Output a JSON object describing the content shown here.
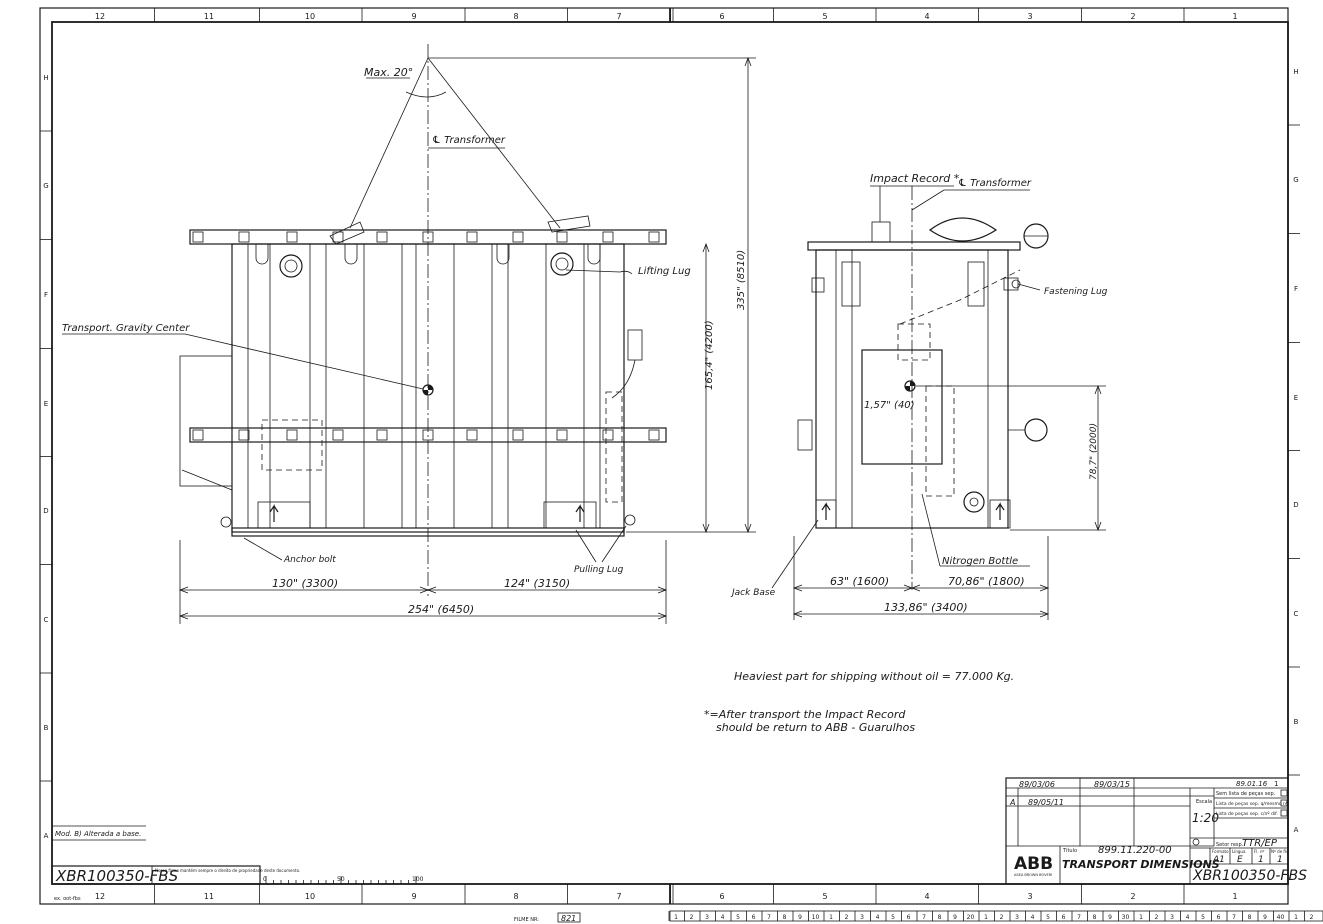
{
  "frame": {
    "top_columns": [
      "12",
      "11",
      "10",
      "9",
      "8",
      "7",
      "6",
      "5",
      "4",
      "3",
      "2",
      "1"
    ],
    "bottom_columns": [
      "12",
      "11",
      "10",
      "9",
      "8",
      "7",
      "6",
      "5",
      "4",
      "3",
      "2",
      "1"
    ],
    "left_rows": [
      "H",
      "G",
      "F",
      "E",
      "D",
      "C",
      "B",
      "A"
    ],
    "right_rows": [
      "H",
      "G",
      "F",
      "E",
      "D",
      "C",
      "B",
      "A"
    ]
  },
  "side_view": {
    "max_angle": "Max. 20°",
    "center_line": "℄ Transformer",
    "lifting_lug": "Lifting Lug",
    "gravity_center": "Transport. Gravity Center",
    "anchor_bolt": "Anchor bolt",
    "pulling_lug": "Pulling Lug",
    "height_total": "335\" (8510)",
    "height_cg": "165,4\" (4200)",
    "dim_left": "130\" (3300)",
    "dim_right": "124\" (3150)",
    "dim_total": "254\" (6450)"
  },
  "end_view": {
    "impact_record": "Impact Record *",
    "center_line": "℄ Transformer",
    "fastening_lug": "Fastening Lug",
    "cg_offset": "1,57\" (40)",
    "cg_height": "78,7\" (2000)",
    "nitrogen_bottle": "Nitrogen Bottle",
    "jack_base": "Jack Base",
    "dim_left": "63\" (1600)",
    "dim_right": "70,86\" (1800)",
    "dim_total": "133,86\" (3400)"
  },
  "notes": {
    "heaviest": "Heaviest part for shipping without oil = 77.000 Kg.",
    "impact_line1": "*=After transport the Impact Record",
    "impact_line2": "should be return to ABB - Guarulhos"
  },
  "left_block": {
    "revision": "Mod. B) Alterada a base.",
    "doc_number": "XBR100350-FBS",
    "small_note": "Nosso firma mantém sempre o direito de propriedade deste documento.",
    "scale_marks": [
      "0",
      "50",
      "100"
    ],
    "sheet_ref": "ex. oot-fbs"
  },
  "title_block": {
    "date1": "89/03/06",
    "date2": "89/03/15",
    "revision_a": "A",
    "revision_date": "89/05/11",
    "scale_label": "Escala",
    "scale": "1:20",
    "release_date": "89.01.16",
    "release_no": "1",
    "list_1": "Sem lista de peças sep.",
    "list_2": "Lista de peças sep. q/mesmo nº",
    "list_3": "Lista de peças sep. c/nº dif.",
    "sector_label": "Setor resp.",
    "sector": "TTR/EP",
    "titulo_label": "Título",
    "drawing_no": "899.11.220-00",
    "title": "TRANSPORT DIMENSIONS",
    "format_label": "Formato",
    "format": "A1",
    "lingua_label": "Língua",
    "lingua": "E",
    "sheet_label": "Fl. nº",
    "sheet": "1",
    "sheets_label": "Nº de fls.",
    "sheets": "1",
    "company": "ABB",
    "company_sub": "ASEA BROWN BOVERI",
    "doc_number": "XBR100350-FBS"
  },
  "film": {
    "label": "FILME NR:",
    "number": "821",
    "ruler": [
      "1",
      "2",
      "3",
      "4",
      "5",
      "6",
      "7",
      "8",
      "9",
      "10",
      "1",
      "2",
      "3",
      "4",
      "5",
      "6",
      "7",
      "8",
      "9",
      "20",
      "1",
      "2",
      "3",
      "4",
      "5",
      "6",
      "7",
      "8",
      "9",
      "30",
      "1",
      "2",
      "3",
      "4",
      "5",
      "6",
      "7",
      "8",
      "9",
      "40",
      "1",
      "2"
    ]
  }
}
